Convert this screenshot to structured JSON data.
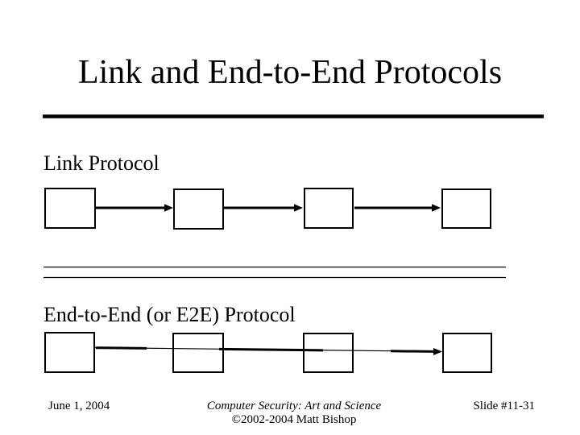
{
  "slide": {
    "title": "Link and End-to-End Protocols",
    "footer": {
      "date": "June 1, 2004",
      "credit_line1": "Computer Security: Art and Science",
      "credit_line2": "©2002-2004 Matt Bishop",
      "slide_number": "Slide #11-31"
    },
    "colors": {
      "background": "#ffffff",
      "ink": "#000000"
    }
  },
  "diagrams": {
    "link_protocol": {
      "label": "Link Protocol",
      "node_count": 4,
      "connection": "separate arrow between each adjacent pair of boxes"
    },
    "e2e_protocol": {
      "label": "End-to-End (or E2E) Protocol",
      "node_count": 4,
      "connection": "single arrow from first box passing through intermediate boxes to last box"
    }
  }
}
